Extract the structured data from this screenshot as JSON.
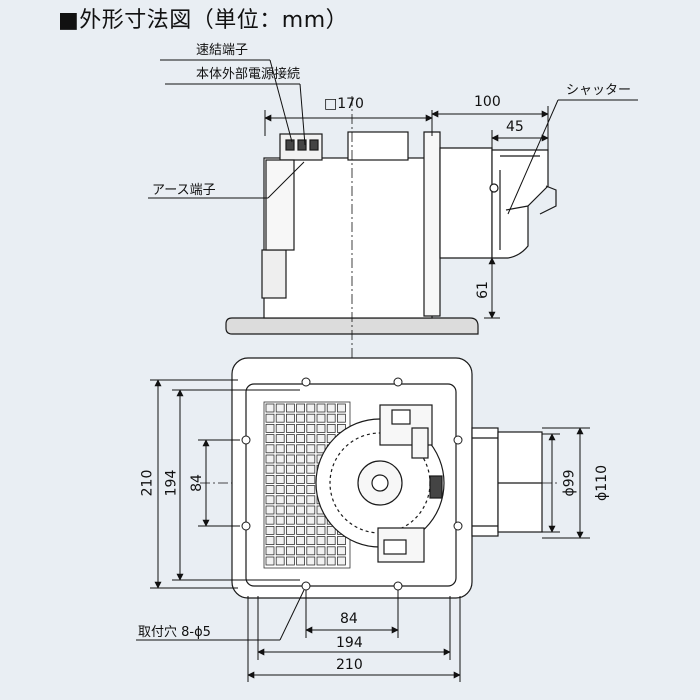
{
  "title": "■外形寸法図（単位：mm）",
  "labels": {
    "quick_terminal": "速結端子",
    "power_connection": "本体外部電源接続",
    "earth_terminal": "アース端子",
    "shutter": "シャッター",
    "mounting_holes": "取付穴 8-ϕ5"
  },
  "dimensions": {
    "body_square": "□170",
    "shutter_projection": "100",
    "shutter_depth": "45",
    "flange_height": "61",
    "total_height": "210",
    "hole_pitch_outer_v": "194",
    "hole_pitch_inner_v": "84",
    "duct_inner": "ϕ99",
    "duct_outer": "ϕ110",
    "hole_pitch_inner_h": "84",
    "hole_pitch_outer_h": "194",
    "total_width": "210"
  },
  "colors": {
    "background": "#e9eef3",
    "body_fill": "#ffffff",
    "flange_fill": "#dcdcdc",
    "line": "#1a1a1a"
  }
}
